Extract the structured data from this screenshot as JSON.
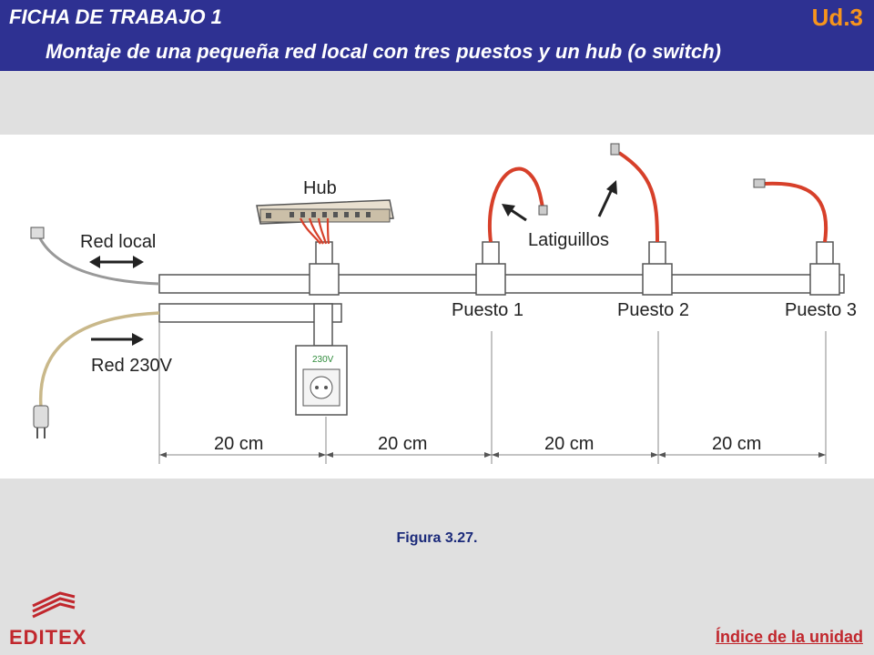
{
  "header": {
    "ficha_title": "FICHA DE TRABAJO 1",
    "unit": "Ud.3",
    "subtitle": "Montaje de una pequeña red local con tres puestos y un hub (o switch)"
  },
  "figure": {
    "labels": {
      "hub": "Hub",
      "red_local": "Red local",
      "red_230v": "Red 230V",
      "latiguillos": "Latiguillos",
      "puesto_1": "Puesto 1",
      "puesto_2": "Puesto 2",
      "puesto_3": "Puesto 3",
      "socket_voltage": "230V"
    },
    "dimensions": [
      "20 cm",
      "20 cm",
      "20 cm",
      "20 cm"
    ],
    "caption": "Figura 3.27."
  },
  "footer": {
    "brand": "EDITEX",
    "index_link": "Índice de la unidad"
  },
  "colors": {
    "header_bg": "#2e3192",
    "unit_accent": "#f7941d",
    "cable_red": "#d7402a",
    "brand_red": "#c1272d"
  }
}
